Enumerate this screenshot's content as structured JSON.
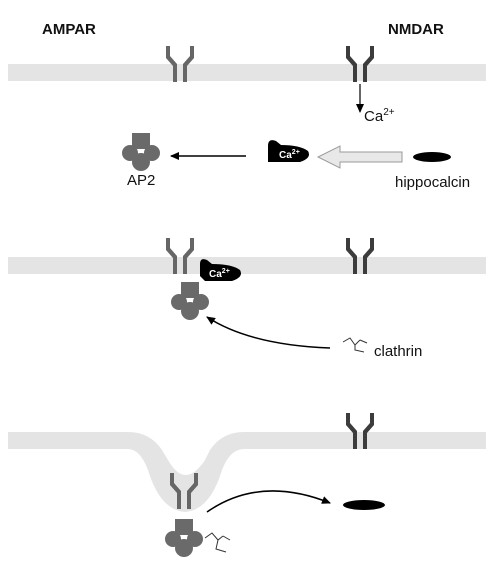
{
  "labels": {
    "ampar": "AMPAR",
    "nmdar": "NMDAR",
    "ca_influx": "Ca",
    "ca_influx_sup": "2+",
    "ap2": "AP2",
    "hippocalcin": "hippocalcin",
    "clathrin": "clathrin",
    "ca_bound": "Ca",
    "ca_bound_sup": "2+",
    "ca_bound_2": "Ca",
    "ca_bound_2_sup": "2+"
  },
  "colors": {
    "membrane": "#e4e4e4",
    "receptor": "#555555",
    "ap2": "#6a6a6a",
    "hippocalcin": "#000000",
    "arrow": "#000000",
    "open_arrow_fill": "#e8e8e8",
    "open_arrow_stroke": "#9a9a9a"
  }
}
